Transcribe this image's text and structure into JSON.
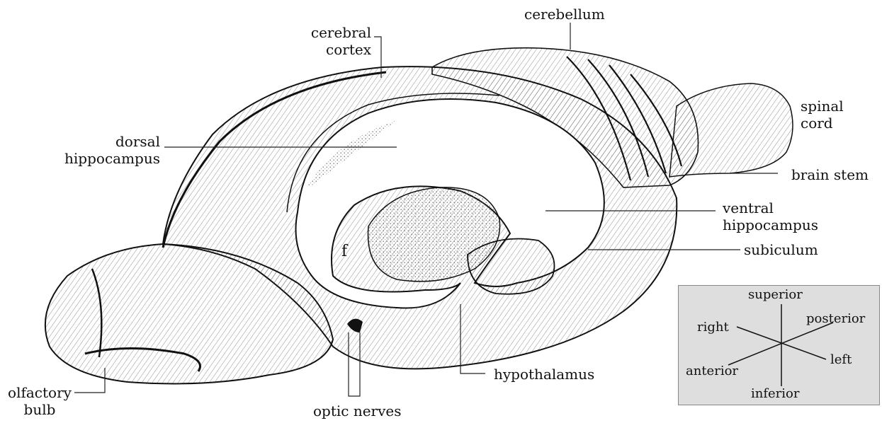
{
  "labels": {
    "cerebellum": "cerebellum",
    "cerebral_cortex": [
      "cerebral",
      "cortex"
    ],
    "spinal_cord": [
      "spinal",
      "cord"
    ],
    "dorsal_hippocampus": [
      "dorsal",
      "hippocampus"
    ],
    "brain_stem": "brain stem",
    "ventral_hippocampus": [
      "ventral",
      "hippocampus"
    ],
    "subiculum": "subiculum",
    "fornix_letter": "f",
    "hypothalamus": "hypothalamus",
    "olfactory_bulb": [
      "olfactory",
      "bulb"
    ],
    "optic_nerves": "optic nerves"
  },
  "orientation": {
    "superior": "superior",
    "posterior": "posterior",
    "right": "right",
    "left": "left",
    "anterior": "anterior",
    "inferior": "inferior"
  },
  "colors": {
    "ink": "#111111",
    "legend_bg": "#dedede",
    "stipple": "#bdbdbd"
  }
}
